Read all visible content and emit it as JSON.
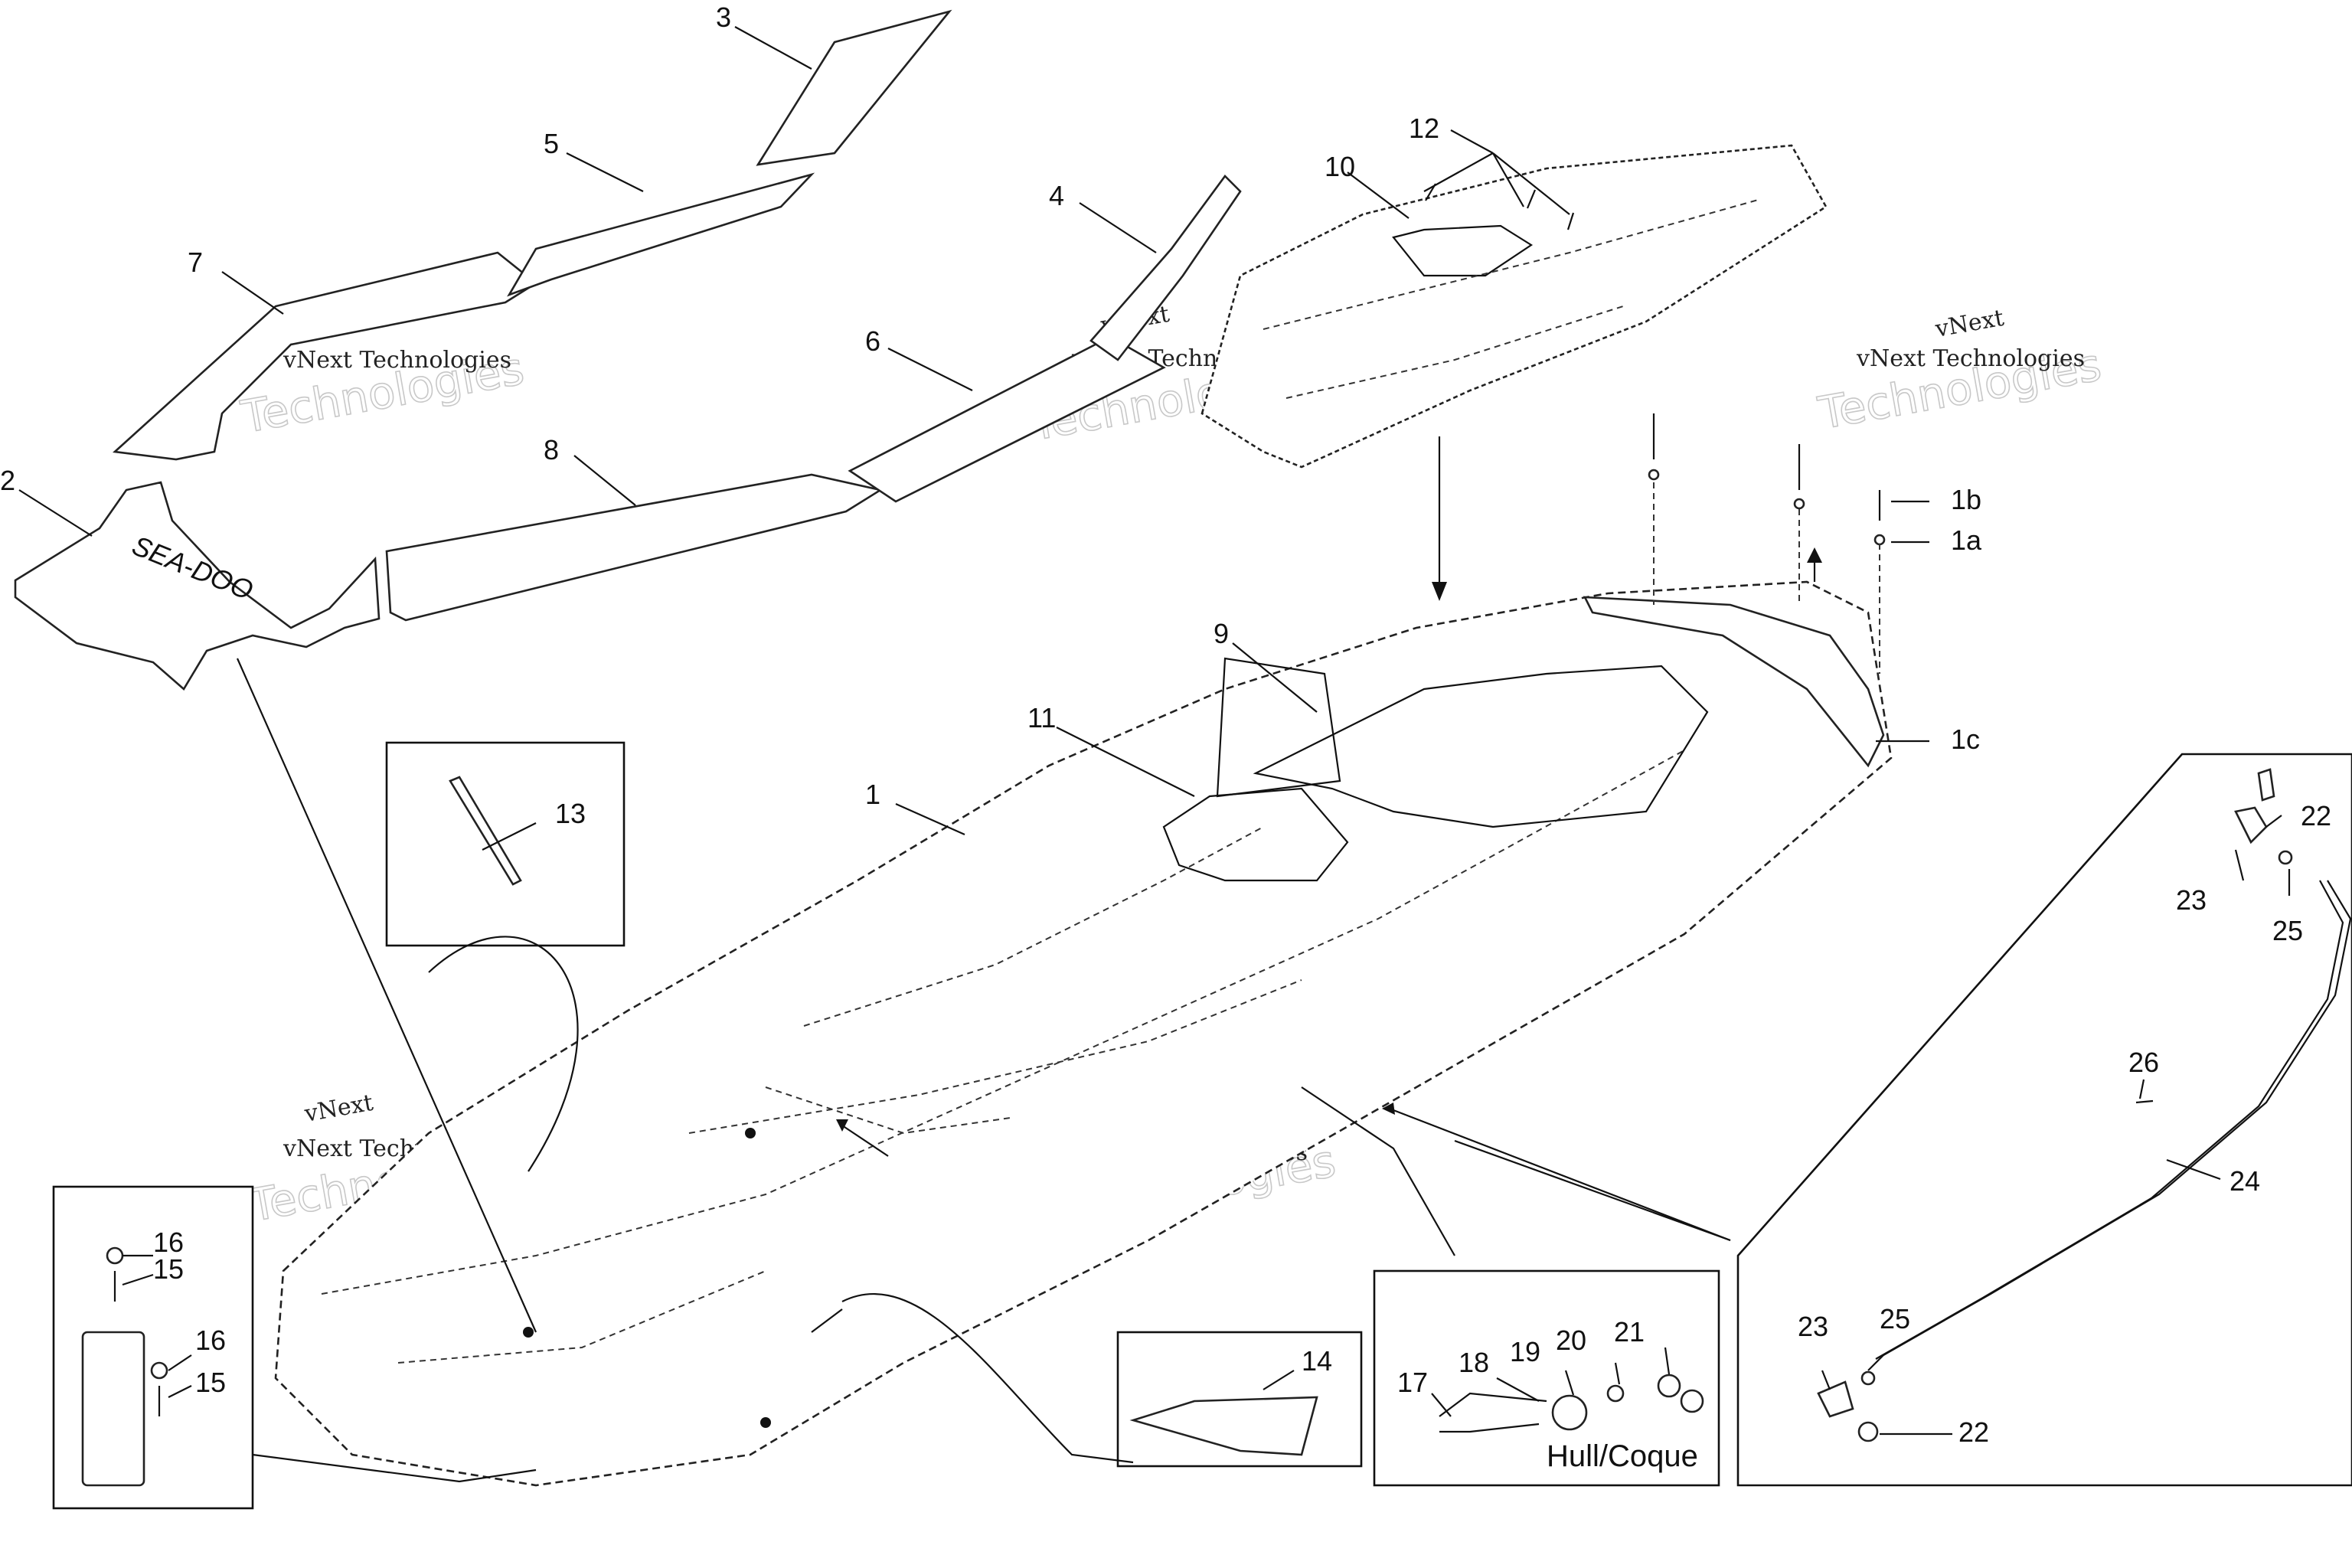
{
  "callouts": [
    {
      "id": "c1",
      "text": "1"
    },
    {
      "id": "c1a",
      "text": "1a"
    },
    {
      "id": "c1b",
      "text": "1b"
    },
    {
      "id": "c1c",
      "text": "1c"
    },
    {
      "id": "c2",
      "text": "2"
    },
    {
      "id": "c3",
      "text": "3"
    },
    {
      "id": "c4",
      "text": "4"
    },
    {
      "id": "c5",
      "text": "5"
    },
    {
      "id": "c6",
      "text": "6"
    },
    {
      "id": "c7",
      "text": "7"
    },
    {
      "id": "c8",
      "text": "8"
    },
    {
      "id": "c9",
      "text": "9"
    },
    {
      "id": "c10",
      "text": "10"
    },
    {
      "id": "c11",
      "text": "11"
    },
    {
      "id": "c12",
      "text": "12"
    },
    {
      "id": "c13",
      "text": "13"
    },
    {
      "id": "c14",
      "text": "14"
    },
    {
      "id": "c15a",
      "text": "15"
    },
    {
      "id": "c15b",
      "text": "15"
    },
    {
      "id": "c16a",
      "text": "16"
    },
    {
      "id": "c16b",
      "text": "16"
    },
    {
      "id": "c17",
      "text": "17"
    },
    {
      "id": "c18",
      "text": "18"
    },
    {
      "id": "c19",
      "text": "19"
    },
    {
      "id": "c20",
      "text": "20"
    },
    {
      "id": "c21",
      "text": "21"
    },
    {
      "id": "c22a",
      "text": "22"
    },
    {
      "id": "c22b",
      "text": "22"
    },
    {
      "id": "c23a",
      "text": "23"
    },
    {
      "id": "c23b",
      "text": "23"
    },
    {
      "id": "c24",
      "text": "24"
    },
    {
      "id": "c25a",
      "text": "25"
    },
    {
      "id": "c25b",
      "text": "25"
    },
    {
      "id": "c26",
      "text": "26"
    }
  ],
  "hull_label": "Hull/Coque",
  "mat_logo": "SEA-DOO",
  "watermark": {
    "line1": "vNext",
    "line2": "vNext Technologies",
    "ghost": "Technologies"
  }
}
